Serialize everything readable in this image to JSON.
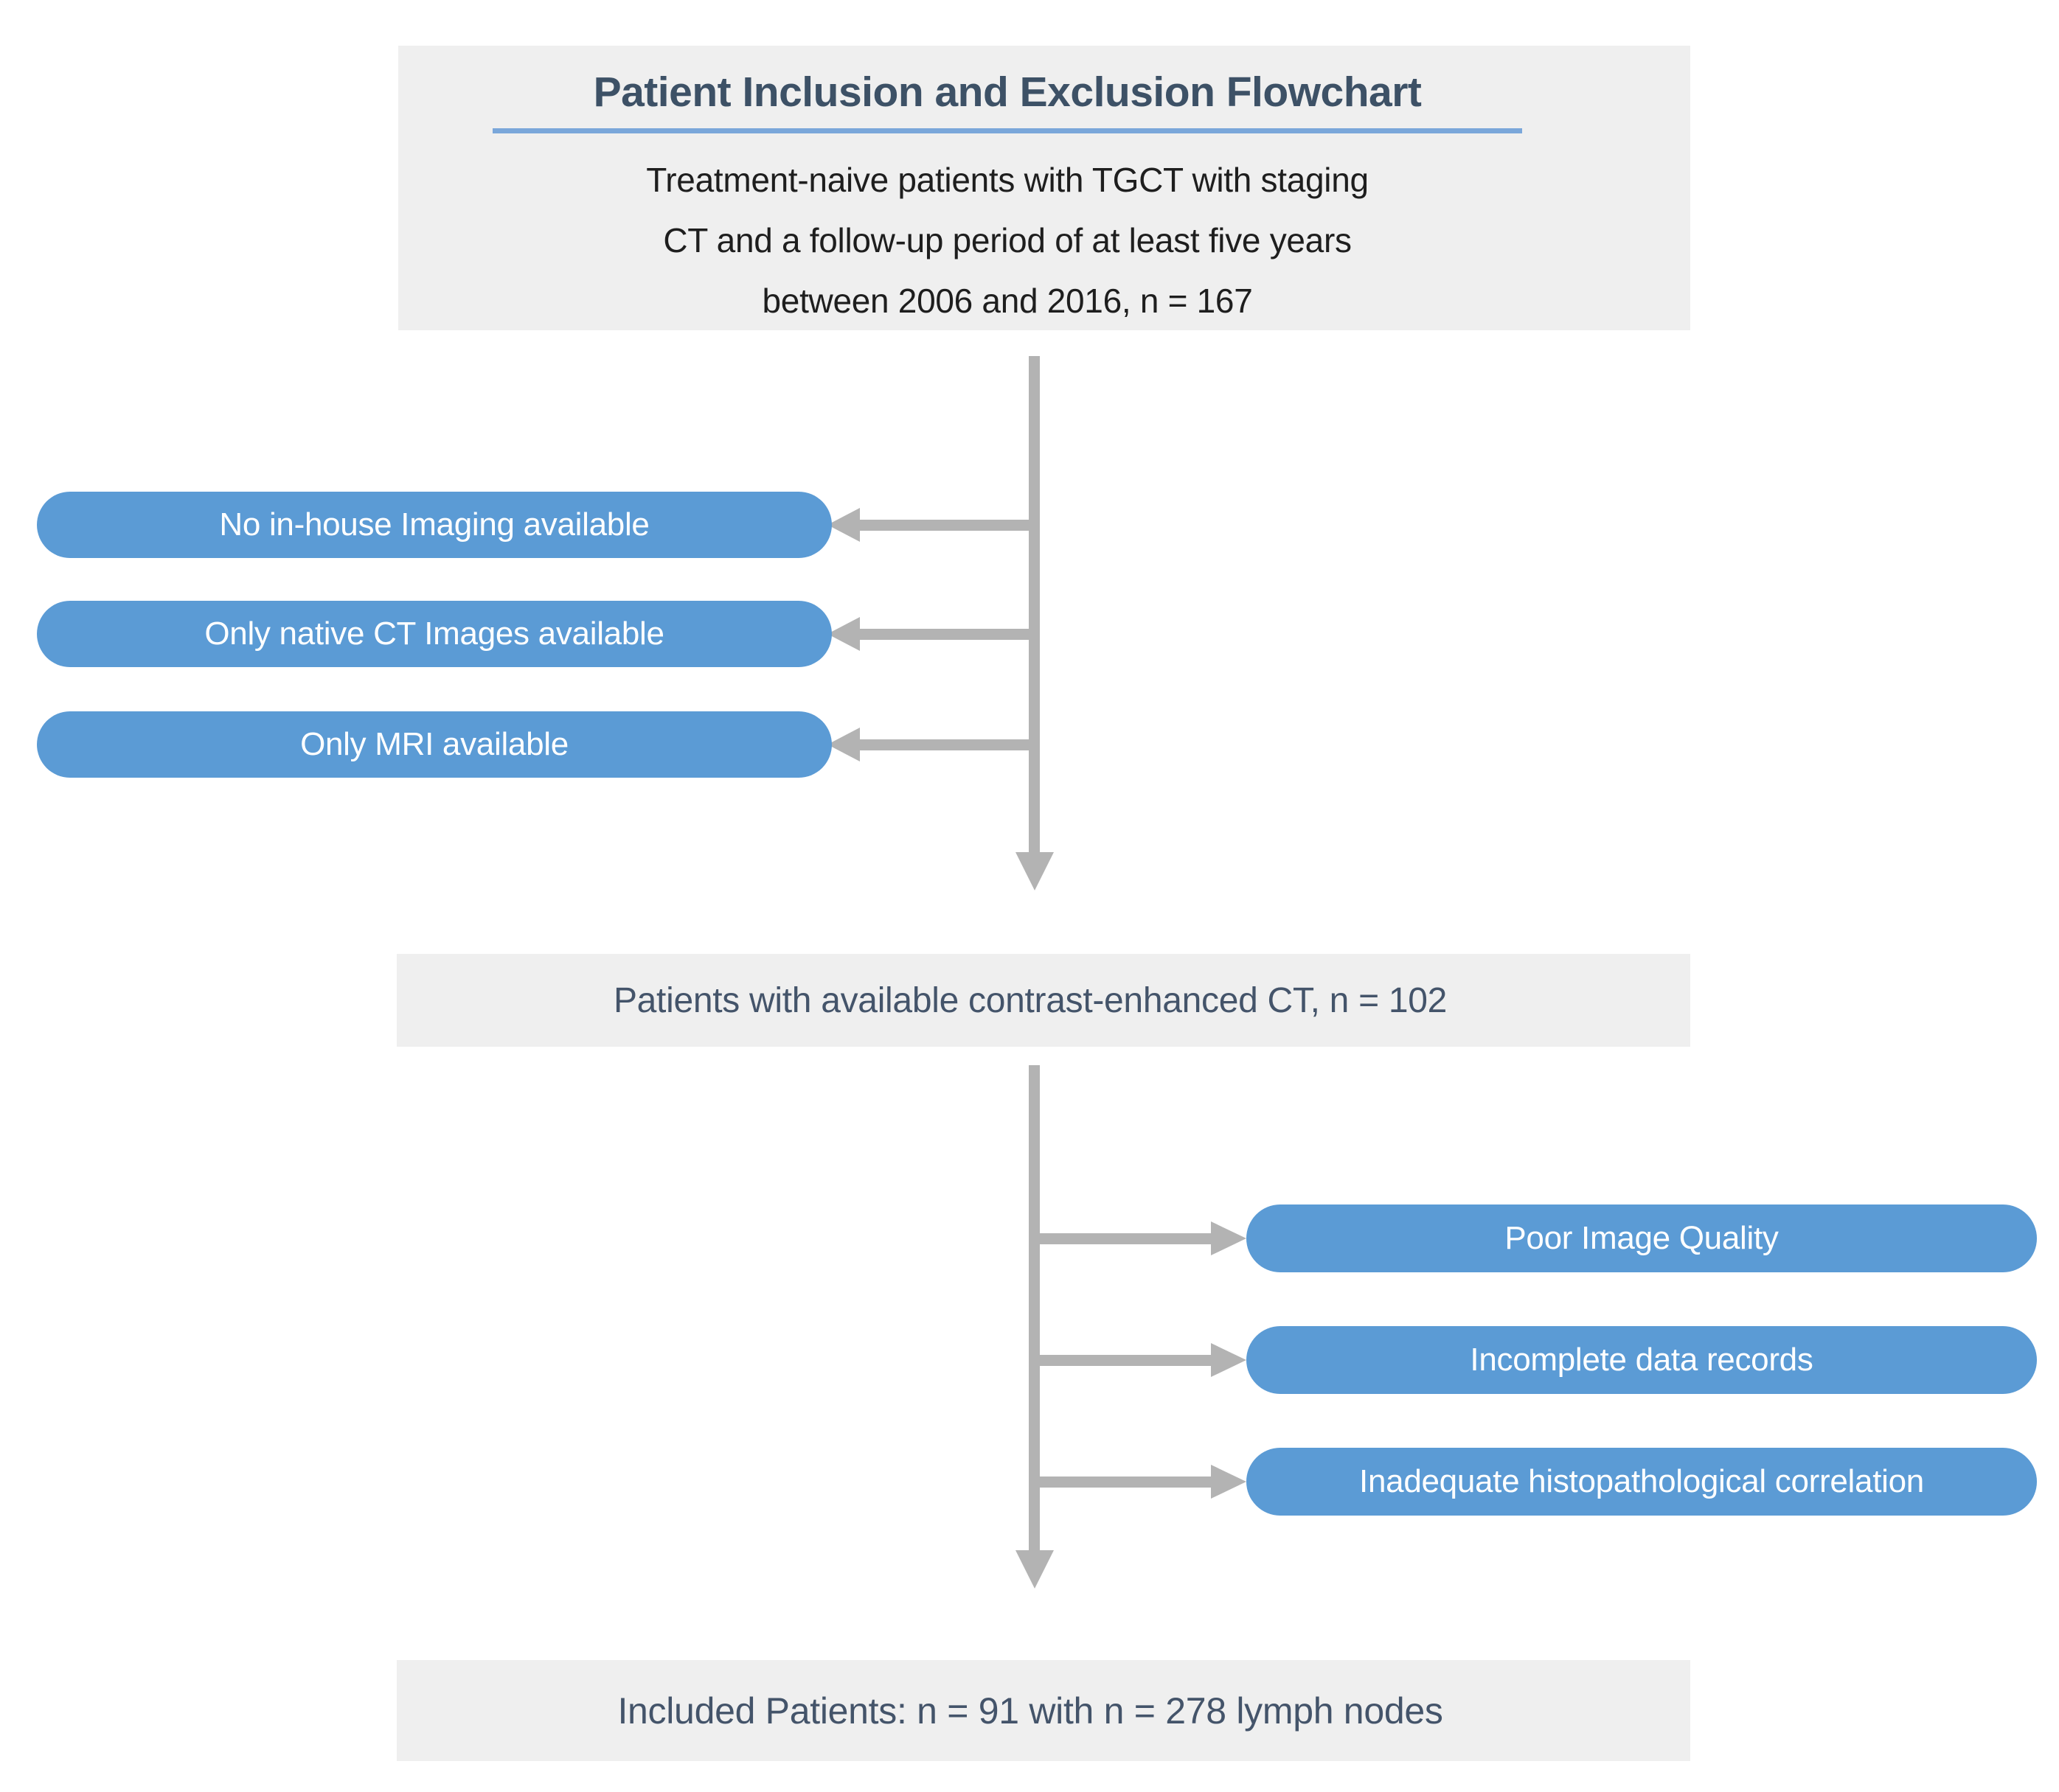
{
  "figure_title": "Patient Inclusion and Exclusion Flowchart",
  "top_box": {
    "lines": [
      "Treatment-naive patients with TGCT with staging",
      "CT and a follow-up period of at least five years",
      "between 2006 and 2016, n = 167"
    ],
    "n": 167
  },
  "stage1_exclusions": [
    "No in-house Imaging available",
    "Only native CT Images available",
    "Only MRI available"
  ],
  "middle_box": {
    "text": "Patients with available contrast-enhanced CT, n = 102",
    "n": 102
  },
  "stage2_exclusions": [
    "Poor Image Quality",
    "Incomplete data records",
    "Inadequate histopathological correlation"
  ],
  "bottom_box": {
    "text": "Included Patients: n = 91 with n = 278 lymph nodes",
    "patients_n": 91,
    "lymph_nodes_n": 278
  },
  "colors": {
    "pill_blue": "#5B9BD5",
    "box_gray": "#EFEFEF",
    "title_slate": "#3D5166",
    "underline_blue": "#7AA7DA",
    "arrow_gray": "#B3B3B3",
    "top_text_black": "#1E1E1E",
    "box_text_slate": "#44546A"
  }
}
